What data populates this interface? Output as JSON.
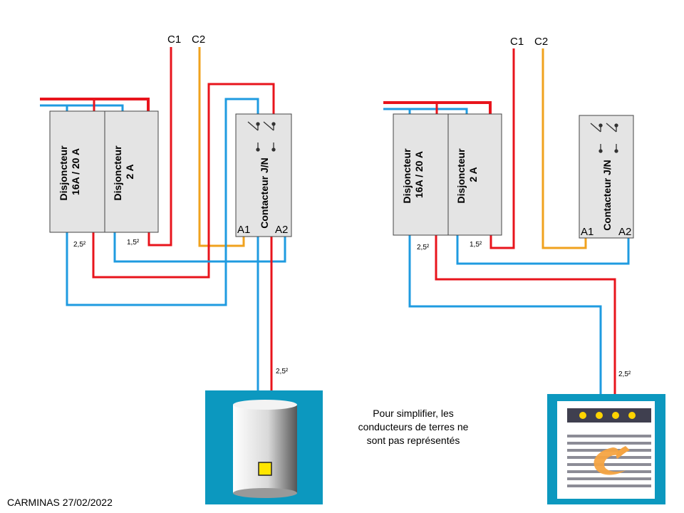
{
  "left": {
    "breaker1_line1": "Disjoncteur",
    "breaker1_line2": "16A / 20 A",
    "breaker2_line1": "Disjoncteur",
    "breaker2_line2": "2 A",
    "contactor": "Contacteur J/N",
    "a1": "A1",
    "a2": "A2",
    "c1": "C1",
    "c2": "C2",
    "section_big": "2,5²",
    "section_small": "1,5²",
    "section_load": "2,5²",
    "load_icon": "water-heater-icon"
  },
  "right": {
    "breaker1_line1": "Disjoncteur",
    "breaker1_line2": "16A / 20 A",
    "breaker2_line1": "Disjoncteur",
    "breaker2_line2": "2 A",
    "contactor": "Contacteur J/N",
    "a1": "A1",
    "a2": "A2",
    "c1": "C1",
    "c2": "C2",
    "section_big": "2,5²",
    "section_small": "1,5²",
    "section_load": "2,5²",
    "load_icon": "storage-heater-icon"
  },
  "note": "Pour simplifier, les conducteurs de terres ne sont pas représentés",
  "footer": "CARMINAS 27/02/2022",
  "colors": {
    "phase": "#e8141c",
    "neutral": "#1f9be0",
    "control": "#f0a21e",
    "box": "#e4e4e4",
    "load_bg": "#0c98bf"
  }
}
